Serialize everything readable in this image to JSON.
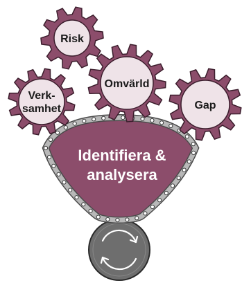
{
  "gears": {
    "risk": "Risk",
    "omvarld": "Omvärld",
    "gap": "Gap",
    "verksamhet_line1": "Verk-",
    "verksamhet_line2": "samhet"
  },
  "center": {
    "line1": "Identifiera &",
    "line2": "analysera"
  },
  "colors": {
    "gear": "#8c4d6b",
    "hub": "#efe3e8",
    "chain": "#b8b8b8",
    "wheel": "#6e6e6e"
  },
  "icons": {
    "wheel": "cycle-arrows-icon"
  }
}
